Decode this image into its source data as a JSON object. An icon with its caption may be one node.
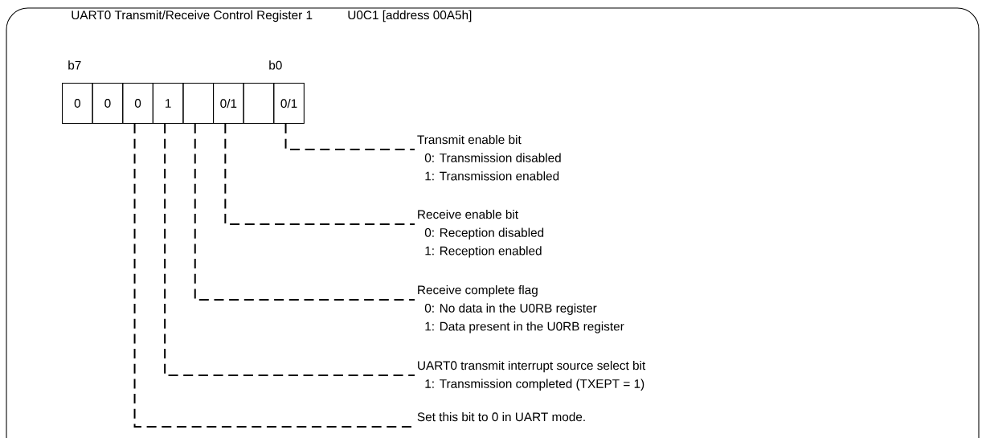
{
  "diagram": {
    "title": "UART0 Transmit/Receive Control Register 1",
    "nodes": [
      {
        "text": [
          "0"
        ]
      },
      {
        "text": [
          "0"
        ]
      },
      {
        "text": [
          "0"
        ]
      },
      {
        "text": [
          "1"
        ]
      },
      {
        "text": [],
        "shape": "box"
      },
      {
        "text": [
          "0/1"
        ]
      },
      {
        "text": [],
        "shape": "box"
      },
      {
        "text": [
          "0/1"
        ]
      },
      {
        "text": [
          "Transmit enable bit",
          "0: Transmission disabled",
          "1: Transmission enabled"
        ]
      },
      {
        "text": [
          "Receive enable bit",
          "0: Reception disabled",
          "1: Reception enabled"
        ]
      },
      {
        "text": [
          "Receive complete flag",
          "0: No data in the U0RB register",
          "1: Data present in the U0RB register"
        ]
      },
      {
        "text": [
          "UART0 transmit interrupt source select bit",
          "1: Transmission completed (TXEPT = 1)"
        ]
      },
      {
        "text": [
          "Set this bit to 0 in UART mode."
        ]
      }
    ],
    "edges": [
      {
        "from": 7,
        "to": 8,
        "arrow": "none",
        "style": "dashed"
      },
      {
        "from": 5,
        "to": 9,
        "arrow": "none",
        "style": "dashed"
      },
      {
        "from": 4,
        "to": 10,
        "arrow": "none",
        "style": "dashed"
      },
      {
        "from": 3,
        "to": 11,
        "arrow": "none",
        "style": "dashed"
      },
      {
        "from": 2,
        "to": 12,
        "arrow": "none",
        "style": "dashed"
      }
    ],
    "labels": [
      "U0C1 [address 00A5h]",
      "b7",
      "b0"
    ]
  }
}
